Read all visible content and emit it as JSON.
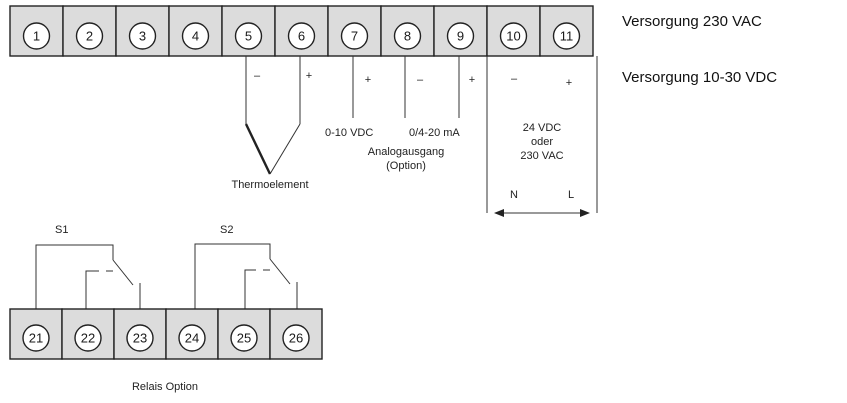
{
  "supply_notes": [
    "Versorgung 230 VAC",
    "Versorgung 10-30 VDC"
  ],
  "top_terminals": [
    "1",
    "2",
    "3",
    "4",
    "5",
    "6",
    "7",
    "8",
    "9",
    "10",
    "11"
  ],
  "bottom_terminals": [
    "21",
    "22",
    "23",
    "24",
    "25",
    "26"
  ],
  "polarity": {
    "t5": "–",
    "t6": "+",
    "t7": "+",
    "t8": "–",
    "t9": "+",
    "t10": "–",
    "t11": "+"
  },
  "labels": {
    "thermocouple": "Thermoelement",
    "vdc_output": "0-10 VDC",
    "ma_output": "0/4-20 mA",
    "analog_output": "Analogausgang",
    "analog_option": "(Option)",
    "power_line1": "24 VDC",
    "power_line2": "oder",
    "power_line3": "230 VAC",
    "neutral": "N",
    "live": "L",
    "relay_s1": "S1",
    "relay_s2": "S2",
    "relay_option": "Relais Option"
  }
}
